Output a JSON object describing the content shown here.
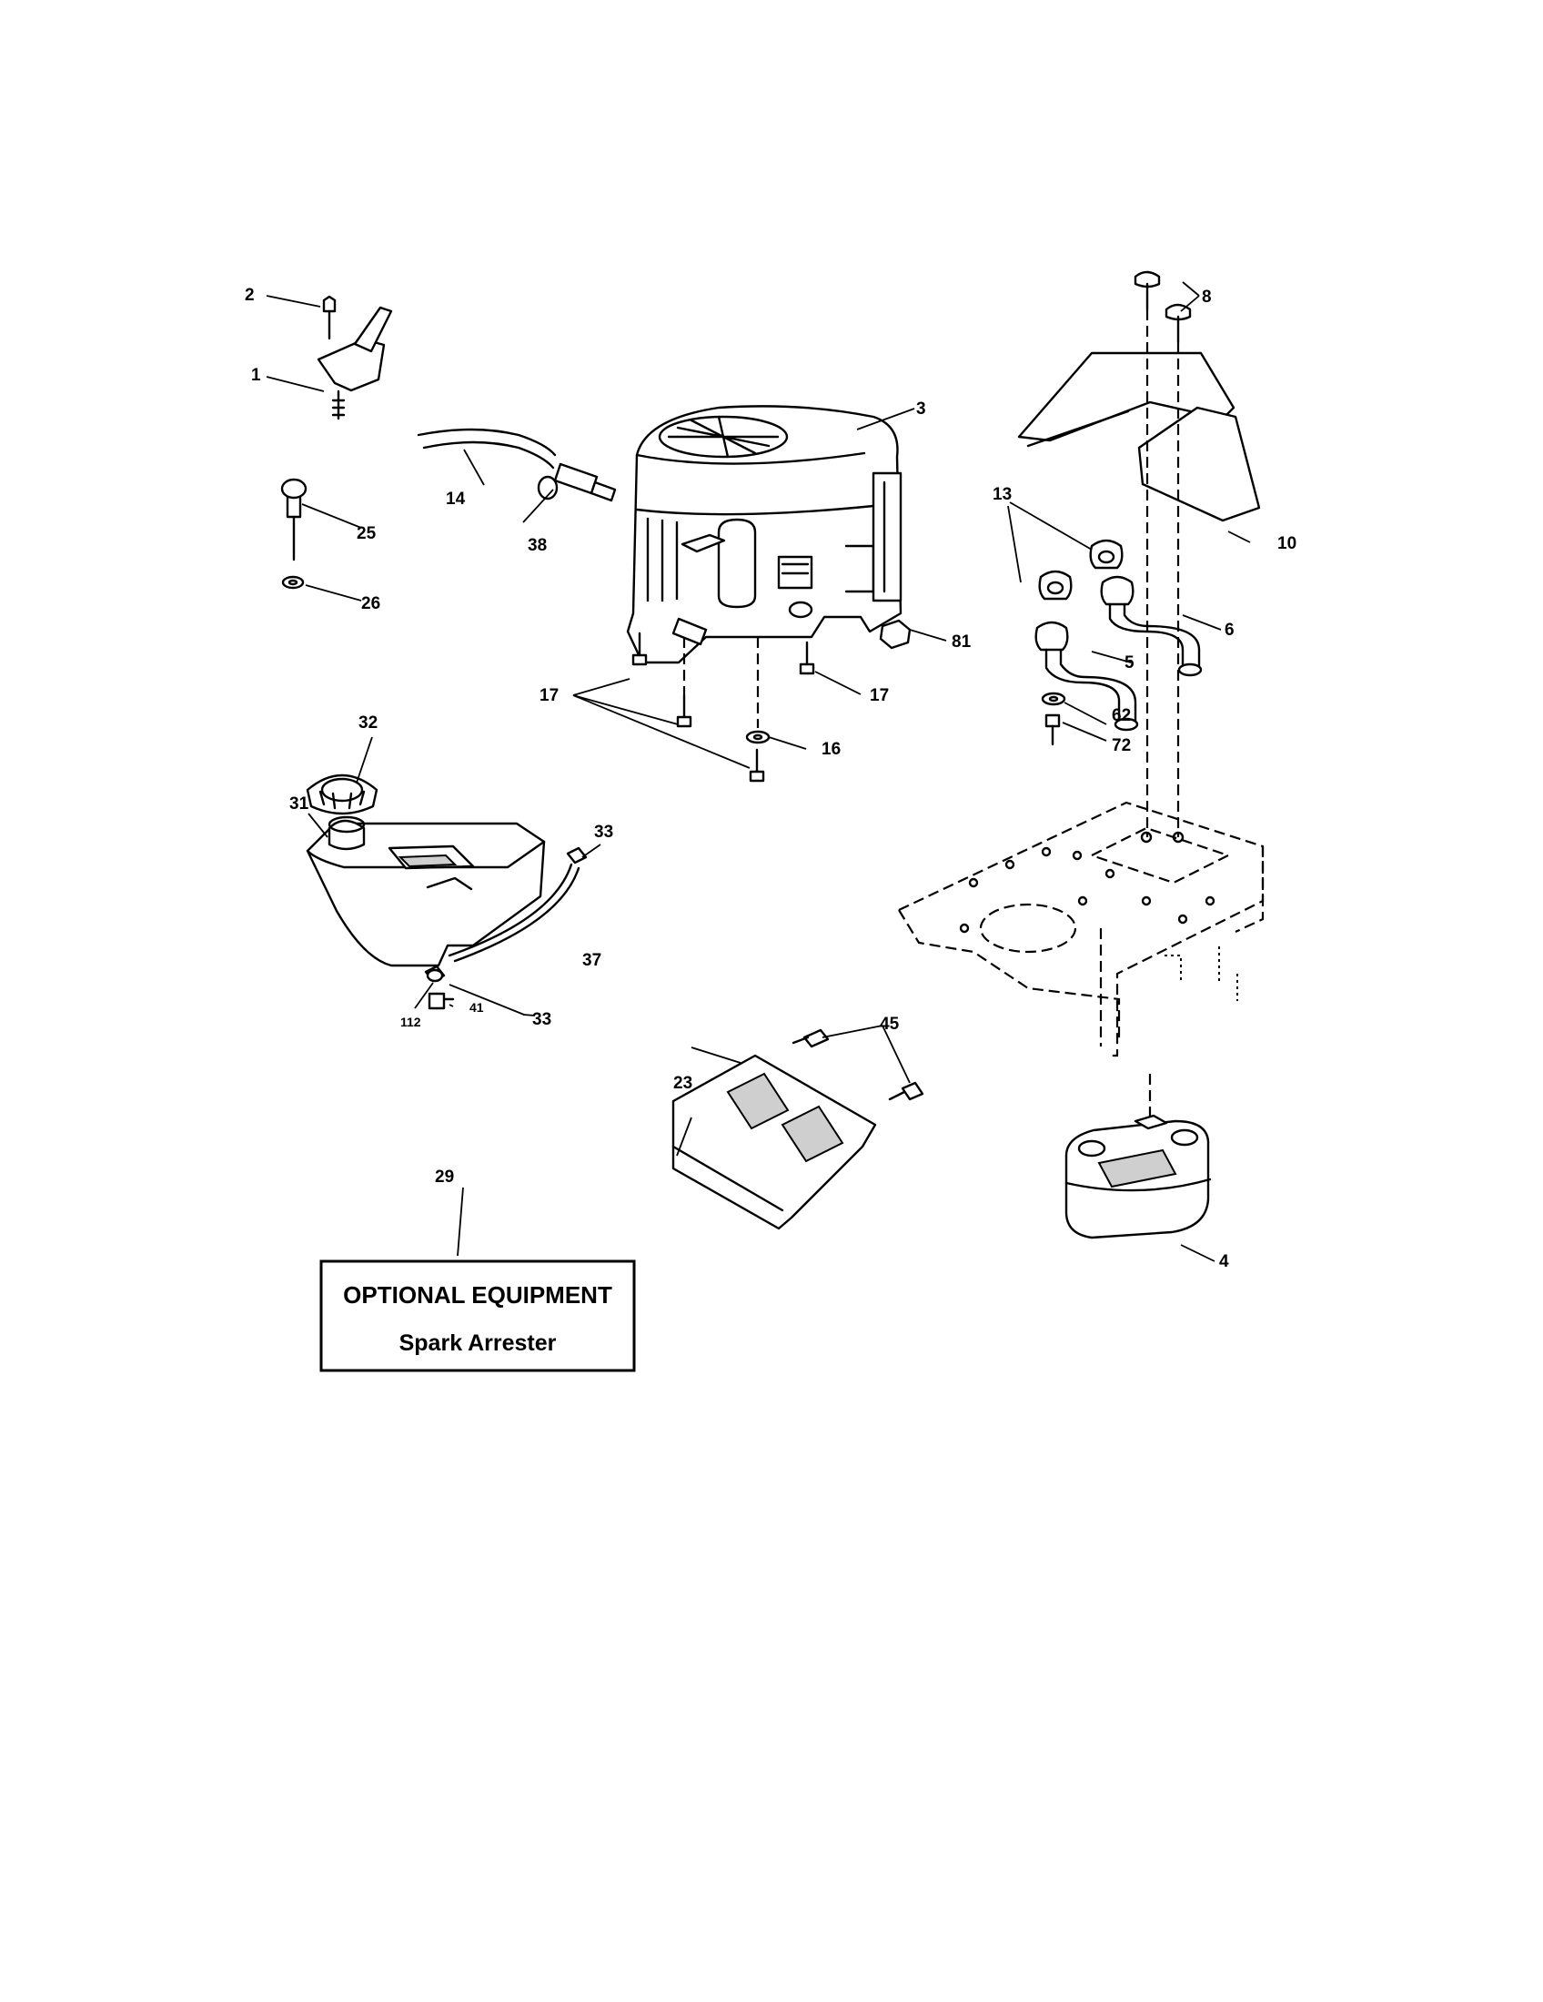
{
  "parts": [
    {
      "id": "p1",
      "number": "1"
    },
    {
      "id": "p2",
      "number": "2"
    },
    {
      "id": "p3",
      "number": "3"
    },
    {
      "id": "p4",
      "number": "4"
    },
    {
      "id": "p5",
      "number": "5"
    },
    {
      "id": "p6",
      "number": "6"
    },
    {
      "id": "p8",
      "number": "8"
    },
    {
      "id": "p10",
      "number": "10"
    },
    {
      "id": "p13",
      "number": "13"
    },
    {
      "id": "p14",
      "number": "14"
    },
    {
      "id": "p16",
      "number": "16"
    },
    {
      "id": "p17a",
      "number": "17"
    },
    {
      "id": "p17b",
      "number": "17"
    },
    {
      "id": "p23",
      "number": "23"
    },
    {
      "id": "p25",
      "number": "25"
    },
    {
      "id": "p26",
      "number": "26"
    },
    {
      "id": "p29",
      "number": "29"
    },
    {
      "id": "p31",
      "number": "31"
    },
    {
      "id": "p32",
      "number": "32"
    },
    {
      "id": "p33a",
      "number": "33"
    },
    {
      "id": "p33b",
      "number": "33"
    },
    {
      "id": "p37",
      "number": "37"
    },
    {
      "id": "p38",
      "number": "38"
    },
    {
      "id": "p41",
      "number": "41"
    },
    {
      "id": "p45",
      "number": "45"
    },
    {
      "id": "p62",
      "number": "62"
    },
    {
      "id": "p72",
      "number": "72"
    },
    {
      "id": "p81",
      "number": "81"
    },
    {
      "id": "p112",
      "number": "112"
    }
  ],
  "optional_equipment": {
    "title": "OPTIONAL EQUIPMENT",
    "item": "Spark Arrester"
  }
}
